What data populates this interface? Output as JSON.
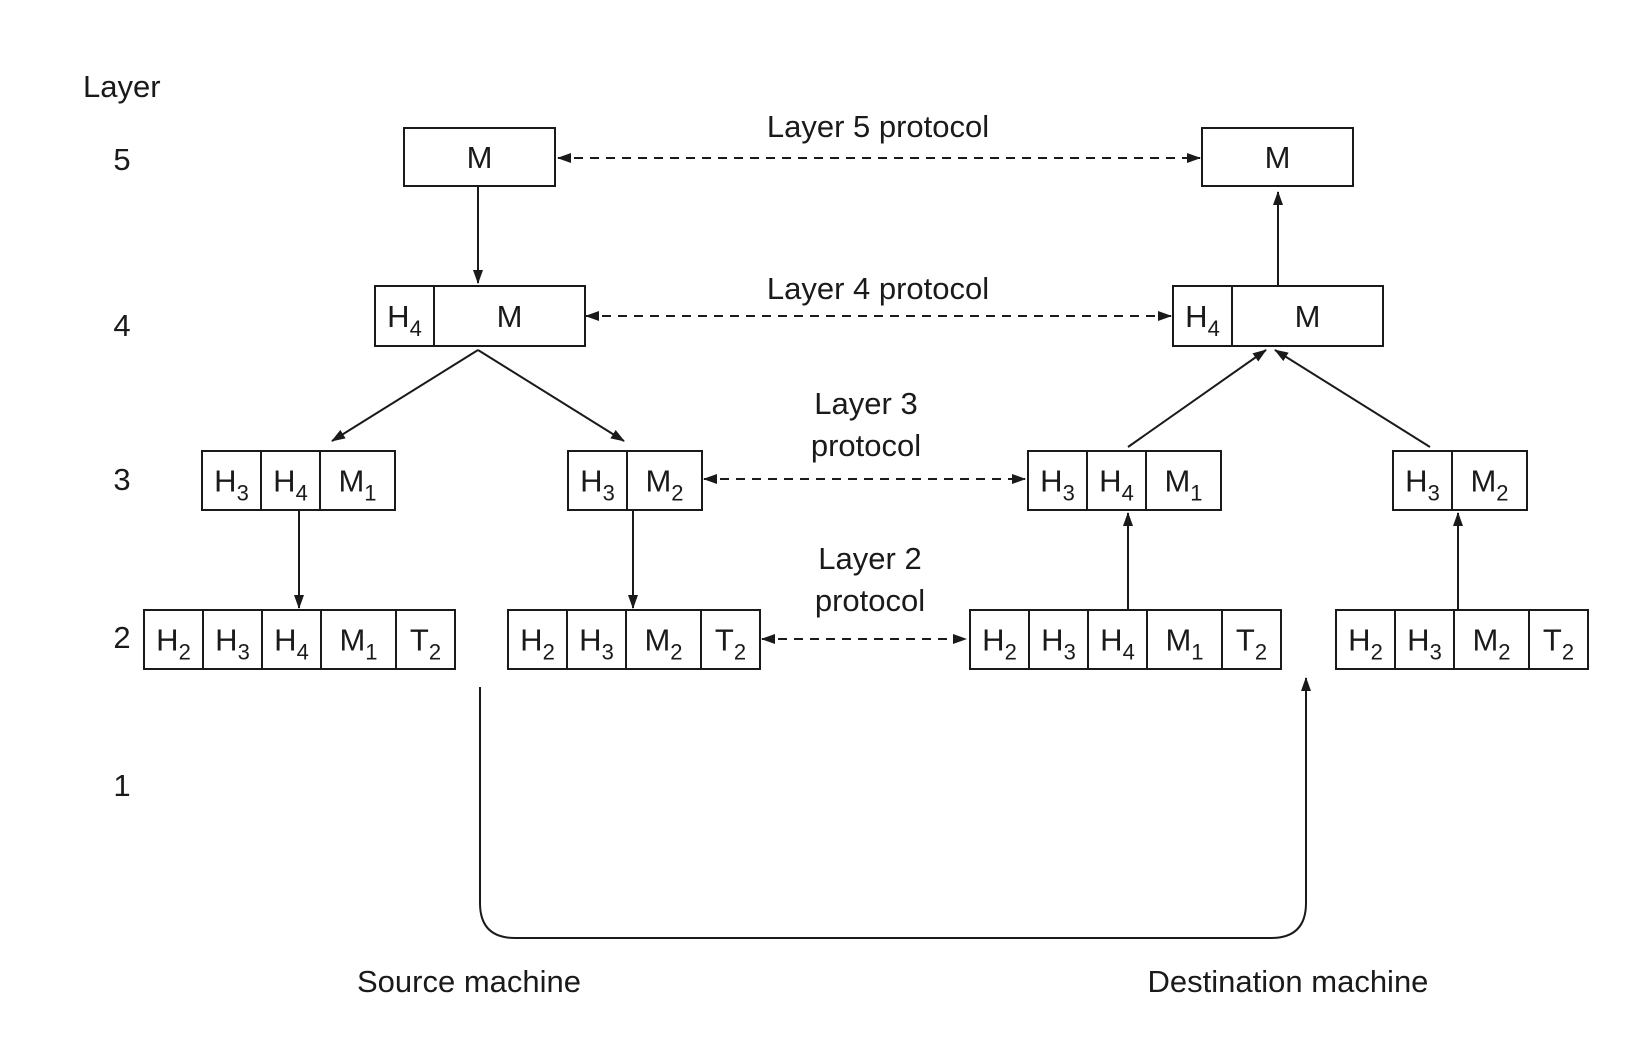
{
  "axis": {
    "heading": "Layer",
    "levels": [
      "5",
      "4",
      "3",
      "2",
      "1"
    ]
  },
  "protocols": {
    "layer5": [
      "Layer 5 protocol"
    ],
    "layer4": [
      "Layer 4 protocol"
    ],
    "layer3": [
      "Layer 3",
      "protocol"
    ],
    "layer2": [
      "Layer 2",
      "protocol"
    ]
  },
  "machines": {
    "source": "Source machine",
    "destination": "Destination machine"
  },
  "packets": {
    "src_l5": [
      {
        "main": "M",
        "sub": ""
      }
    ],
    "src_l4": [
      {
        "main": "H",
        "sub": "4"
      },
      {
        "main": "M",
        "sub": ""
      }
    ],
    "src_l3a": [
      {
        "main": "H",
        "sub": "3"
      },
      {
        "main": "H",
        "sub": "4"
      },
      {
        "main": "M",
        "sub": "1"
      }
    ],
    "src_l3b": [
      {
        "main": "H",
        "sub": "3"
      },
      {
        "main": "M",
        "sub": "2"
      }
    ],
    "src_l2a": [
      {
        "main": "H",
        "sub": "2"
      },
      {
        "main": "H",
        "sub": "3"
      },
      {
        "main": "H",
        "sub": "4"
      },
      {
        "main": "M",
        "sub": "1"
      },
      {
        "main": "T",
        "sub": "2"
      }
    ],
    "src_l2b": [
      {
        "main": "H",
        "sub": "2"
      },
      {
        "main": "H",
        "sub": "3"
      },
      {
        "main": "M",
        "sub": "2"
      },
      {
        "main": "T",
        "sub": "2"
      }
    ],
    "dst_l5": [
      {
        "main": "M",
        "sub": ""
      }
    ],
    "dst_l4": [
      {
        "main": "H",
        "sub": "4"
      },
      {
        "main": "M",
        "sub": ""
      }
    ],
    "dst_l3a": [
      {
        "main": "H",
        "sub": "3"
      },
      {
        "main": "H",
        "sub": "4"
      },
      {
        "main": "M",
        "sub": "1"
      }
    ],
    "dst_l3b": [
      {
        "main": "H",
        "sub": "3"
      },
      {
        "main": "M",
        "sub": "2"
      }
    ],
    "dst_l2a": [
      {
        "main": "H",
        "sub": "2"
      },
      {
        "main": "H",
        "sub": "3"
      },
      {
        "main": "H",
        "sub": "4"
      },
      {
        "main": "M",
        "sub": "1"
      },
      {
        "main": "T",
        "sub": "2"
      }
    ],
    "dst_l2b": [
      {
        "main": "H",
        "sub": "2"
      },
      {
        "main": "H",
        "sub": "3"
      },
      {
        "main": "M",
        "sub": "2"
      },
      {
        "main": "T",
        "sub": "2"
      }
    ]
  }
}
